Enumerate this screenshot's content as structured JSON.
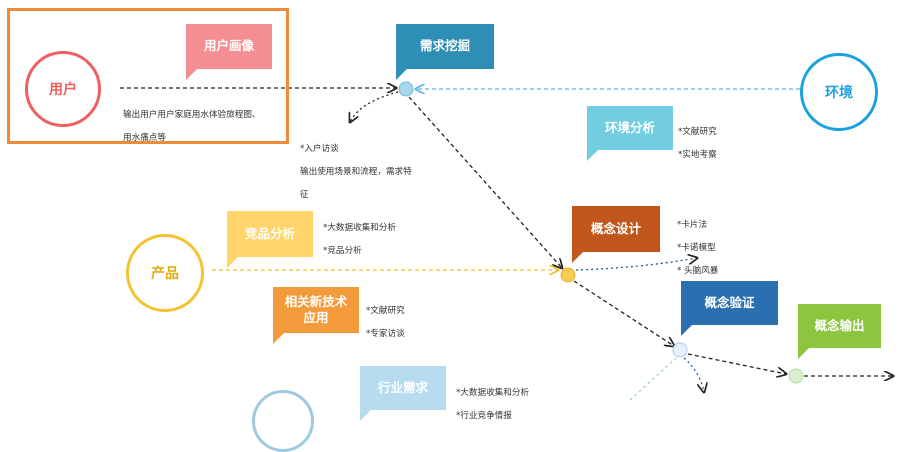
{
  "colors": {
    "orange_frame": "#ee8b3a",
    "user": "#ef5f60",
    "environment": "#1ba1e2",
    "product": "#f4c12f",
    "industry": "#9ec9e2",
    "persona_box": "#f48e92",
    "demand_box": "#2d8fb5",
    "env_analysis_box": "#72cde0",
    "competitor_box": "#ffd56b",
    "newtech_box": "#f39b3a",
    "concept_design_box": "#c1571c",
    "concept_verify_box": "#2a6fb0",
    "concept_output_box": "#8cc63f",
    "industry_box": "#b7dbef"
  },
  "circles": {
    "user": "用户",
    "environment": "环境",
    "product": "产品"
  },
  "boxes": {
    "persona": "用户画像",
    "demand": "需求挖掘",
    "env_analysis": "环境分析",
    "competitor": "竞品分析",
    "newtech": "相关新技术\n应用",
    "concept_design": "概念设计",
    "concept_verify": "概念验证",
    "concept_output": "概念输出",
    "industry": "行业需求"
  },
  "notes": {
    "user_output": [
      "输出用户用户家庭用水体验旅程图、",
      "用水痛点等"
    ],
    "interview": [
      "*入户访谈",
      "输出使用场景和流程，需求特",
      "征"
    ],
    "env": [
      "*文献研究",
      "*实地考察"
    ],
    "competitor": [
      "*大数据收集和分析",
      "*竞品分析"
    ],
    "newtech": [
      "*文献研究",
      "*专家访谈"
    ],
    "concept_design": [
      "*卡片法",
      "*卡诺模型",
      "* 头脑风暴"
    ],
    "industry": [
      "*大数据收集和分析",
      "*行业竞争情报"
    ]
  }
}
